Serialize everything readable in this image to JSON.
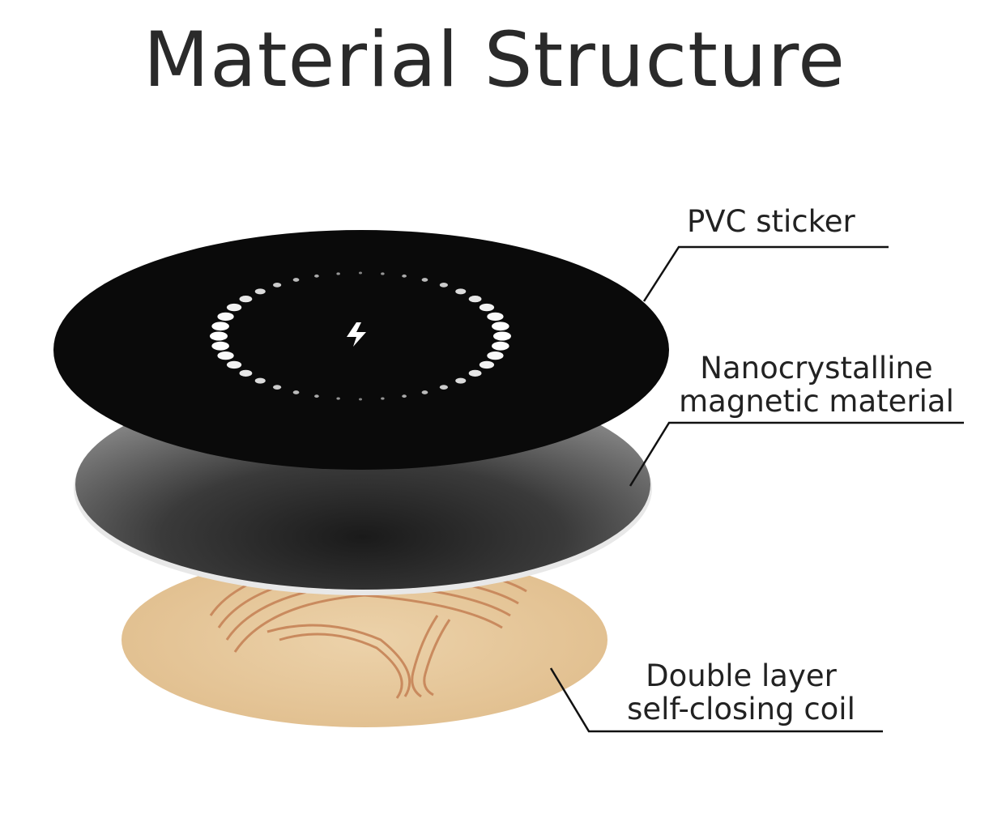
{
  "title": "Material Structure",
  "labels": {
    "pvc": "PVC sticker",
    "nano_line1": "Nanocrystalline",
    "nano_line2": "magnetic material",
    "coil_line1": "Double layer",
    "coil_line2": "self-closing coil"
  },
  "colors": {
    "pvc": "#0a0a0a",
    "magnetic": "#4a4a4a",
    "coil_base": "#e8c99e",
    "copper": "#c98a5e"
  }
}
